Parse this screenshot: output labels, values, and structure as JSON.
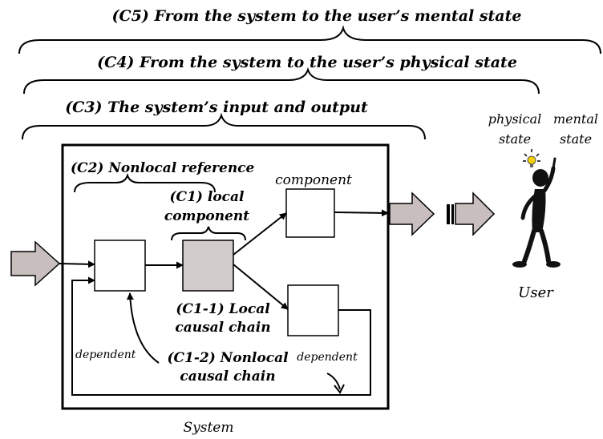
{
  "labels": {
    "c5": "(C5) From the system to the user’s mental state",
    "c4": "(C4) From the system to the user’s physical state",
    "c3": "(C3) The system’s input and output",
    "c2": "(C2) Nonlocal reference",
    "c1_line1": "(C1) local",
    "c1_line2": "component",
    "c1_1_line1": "(C1-1) Local",
    "c1_1_line2": "causal chain",
    "c1_2_line1": "(C1-2) Nonlocal",
    "c1_2_line2": "causal chain",
    "component": "component",
    "dependent_left": "dependent",
    "dependent_right": "dependent",
    "physical_line1": "physical",
    "physical_line2": "state",
    "mental_line1": "mental",
    "mental_line2": "state",
    "user": "User",
    "system": "System"
  },
  "colors": {
    "local_component_fill": "#d3cccc",
    "big_arrow_fill": "#c8bebe",
    "figure": "#111111",
    "idea_bulb": "#f5d000"
  },
  "icons": {
    "user": "person-with-idea-icon"
  }
}
